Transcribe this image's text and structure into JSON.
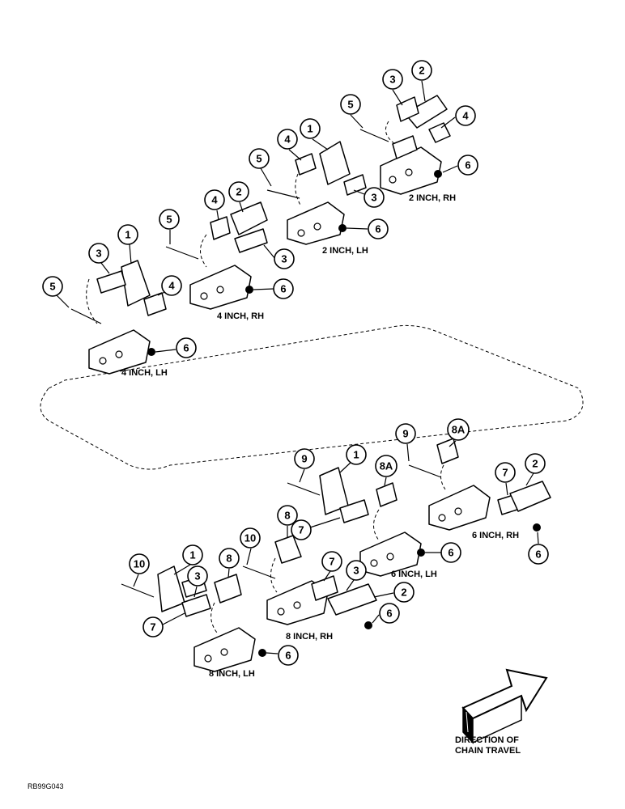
{
  "captions": {
    "two_inch_rh": "2 INCH, RH",
    "two_inch_lh": "2 INCH, LH",
    "four_inch_rh": "4 INCH, RH",
    "four_inch_lh": "4 INCH, LH",
    "six_inch_rh": "6 INCH, RH",
    "six_inch_lh": "6 INCH, LH",
    "eight_inch_rh": "8 INCH, RH",
    "eight_inch_lh": "8 INCH, LH"
  },
  "direction": {
    "line1": "DIRECTION OF",
    "line2": "CHAIN TRAVEL",
    "arrow_icon": "direction-arrow-icon"
  },
  "figure_id": "RB99G043",
  "callouts": [
    {
      "label": "2"
    },
    {
      "label": "3"
    },
    {
      "label": "4"
    },
    {
      "label": "5"
    },
    {
      "label": "6"
    },
    {
      "label": "1"
    },
    {
      "label": "4"
    },
    {
      "label": "5"
    },
    {
      "label": "3"
    },
    {
      "label": "6"
    },
    {
      "label": "4"
    },
    {
      "label": "2"
    },
    {
      "label": "5"
    },
    {
      "label": "3"
    },
    {
      "label": "6"
    },
    {
      "label": "1"
    },
    {
      "label": "3"
    },
    {
      "label": "4"
    },
    {
      "label": "5"
    },
    {
      "label": "6"
    },
    {
      "label": "9"
    },
    {
      "label": "1"
    },
    {
      "label": "8A"
    },
    {
      "label": "7"
    },
    {
      "label": "6"
    },
    {
      "label": "9"
    },
    {
      "label": "8A"
    },
    {
      "label": "7"
    },
    {
      "label": "2"
    },
    {
      "label": "6"
    },
    {
      "label": "10"
    },
    {
      "label": "8"
    },
    {
      "label": "7"
    },
    {
      "label": "3"
    },
    {
      "label": "2"
    },
    {
      "label": "6"
    },
    {
      "label": "10"
    },
    {
      "label": "1"
    },
    {
      "label": "3"
    },
    {
      "label": "8"
    },
    {
      "label": "7"
    },
    {
      "label": "6"
    }
  ]
}
